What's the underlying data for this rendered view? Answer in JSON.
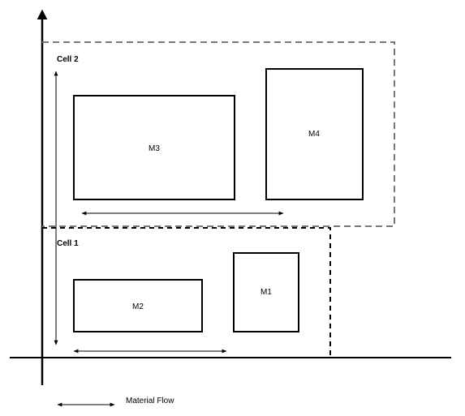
{
  "cells": [
    {
      "id": "cell2",
      "label": "Cell 2"
    },
    {
      "id": "cell1",
      "label": "Cell 1"
    }
  ],
  "machines": [
    {
      "id": "m3",
      "label": "M3"
    },
    {
      "id": "m4",
      "label": "M4"
    },
    {
      "id": "m2",
      "label": "M2"
    },
    {
      "id": "m1",
      "label": "M1"
    }
  ],
  "legend": {
    "label": "Material Flow"
  },
  "colors": {
    "cell2_border": "#777777",
    "cell1_border": "#000000",
    "machine_border": "#000000",
    "axis": "#000000"
  }
}
